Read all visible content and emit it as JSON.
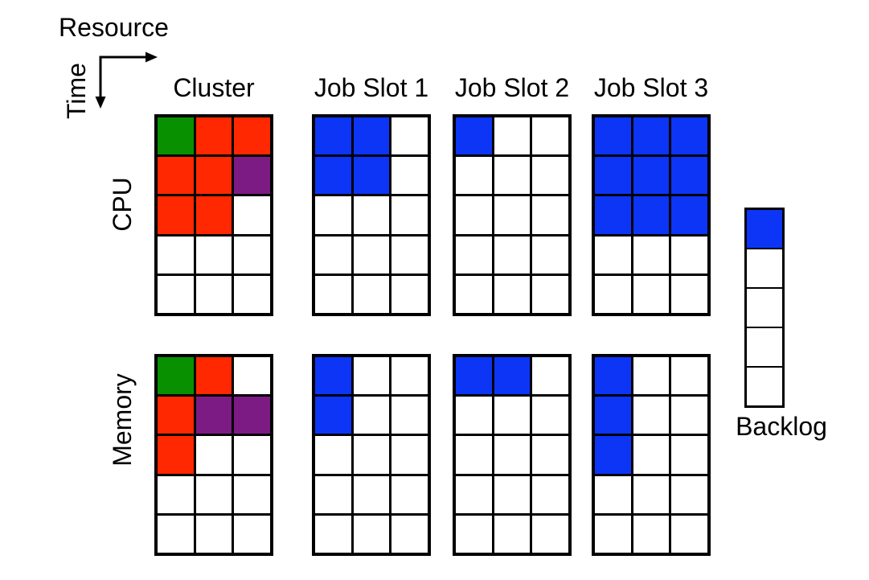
{
  "axes": {
    "resource_label": "Resource",
    "time_label": "Time"
  },
  "headers": [
    {
      "label": "Cluster"
    },
    {
      "label": "Job Slot 1"
    },
    {
      "label": "Job Slot 2"
    },
    {
      "label": "Job Slot 3"
    }
  ],
  "row_labels": {
    "cpu": "CPU",
    "memory": "Memory"
  },
  "backlog_label": "Backlog",
  "colors": {
    "green": "#089000",
    "red": "#FF2800",
    "purple": "#7D1B85",
    "blue": "#0C35F5",
    "white": "#FFFFFF",
    "grid_line": "#000000"
  },
  "grids": {
    "cpu": {
      "cluster": [
        [
          "green",
          "red",
          "red"
        ],
        [
          "red",
          "red",
          "purple"
        ],
        [
          "red",
          "red",
          "white"
        ],
        [
          "white",
          "white",
          "white"
        ],
        [
          "white",
          "white",
          "white"
        ]
      ],
      "job_slot_1": [
        [
          "blue",
          "blue",
          "white"
        ],
        [
          "blue",
          "blue",
          "white"
        ],
        [
          "white",
          "white",
          "white"
        ],
        [
          "white",
          "white",
          "white"
        ],
        [
          "white",
          "white",
          "white"
        ]
      ],
      "job_slot_2": [
        [
          "blue",
          "white",
          "white"
        ],
        [
          "white",
          "white",
          "white"
        ],
        [
          "white",
          "white",
          "white"
        ],
        [
          "white",
          "white",
          "white"
        ],
        [
          "white",
          "white",
          "white"
        ]
      ],
      "job_slot_3": [
        [
          "blue",
          "blue",
          "blue"
        ],
        [
          "blue",
          "blue",
          "blue"
        ],
        [
          "blue",
          "blue",
          "blue"
        ],
        [
          "white",
          "white",
          "white"
        ],
        [
          "white",
          "white",
          "white"
        ]
      ]
    },
    "memory": {
      "cluster": [
        [
          "green",
          "red",
          "white"
        ],
        [
          "red",
          "purple",
          "purple"
        ],
        [
          "red",
          "white",
          "white"
        ],
        [
          "white",
          "white",
          "white"
        ],
        [
          "white",
          "white",
          "white"
        ]
      ],
      "job_slot_1": [
        [
          "blue",
          "white",
          "white"
        ],
        [
          "blue",
          "white",
          "white"
        ],
        [
          "white",
          "white",
          "white"
        ],
        [
          "white",
          "white",
          "white"
        ],
        [
          "white",
          "white",
          "white"
        ]
      ],
      "job_slot_2": [
        [
          "blue",
          "blue",
          "white"
        ],
        [
          "white",
          "white",
          "white"
        ],
        [
          "white",
          "white",
          "white"
        ],
        [
          "white",
          "white",
          "white"
        ],
        [
          "white",
          "white",
          "white"
        ]
      ],
      "job_slot_3": [
        [
          "blue",
          "white",
          "white"
        ],
        [
          "blue",
          "white",
          "white"
        ],
        [
          "blue",
          "white",
          "white"
        ],
        [
          "white",
          "white",
          "white"
        ],
        [
          "white",
          "white",
          "white"
        ]
      ]
    },
    "backlog": [
      "blue",
      "white",
      "white",
      "white",
      "white"
    ]
  }
}
